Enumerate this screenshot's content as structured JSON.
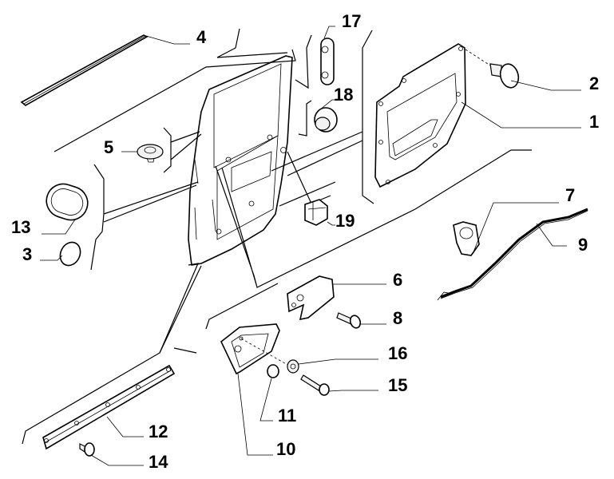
{
  "diagram": {
    "title": "Rear door exploded parts diagram",
    "callouts": [
      {
        "id": "c1",
        "number": "1",
        "part": "door-trim-panel"
      },
      {
        "id": "c2",
        "number": "2",
        "part": "push-clip"
      },
      {
        "id": "c3",
        "number": "3",
        "part": "round-plug"
      },
      {
        "id": "c4",
        "number": "4",
        "part": "window-seal-strip"
      },
      {
        "id": "c5",
        "number": "5",
        "part": "fastener-clip"
      },
      {
        "id": "c6",
        "number": "6",
        "part": "inner-handle"
      },
      {
        "id": "c7",
        "number": "7",
        "part": "cable-clip"
      },
      {
        "id": "c8",
        "number": "8",
        "part": "screw"
      },
      {
        "id": "c9",
        "number": "9",
        "part": "release-cable"
      },
      {
        "id": "c10",
        "number": "10",
        "part": "handle-housing"
      },
      {
        "id": "c11",
        "number": "11",
        "part": "small-plug"
      },
      {
        "id": "c12",
        "number": "12",
        "part": "lower-trim-strip"
      },
      {
        "id": "c13",
        "number": "13",
        "part": "oval-plug"
      },
      {
        "id": "c14",
        "number": "14",
        "part": "rivet-clip"
      },
      {
        "id": "c15",
        "number": "15",
        "part": "bolt"
      },
      {
        "id": "c16",
        "number": "16",
        "part": "nut"
      },
      {
        "id": "c17",
        "number": "17",
        "part": "hinge-plate"
      },
      {
        "id": "c18",
        "number": "18",
        "part": "bump-stop"
      },
      {
        "id": "c19",
        "number": "19",
        "part": "door-switch"
      }
    ]
  }
}
